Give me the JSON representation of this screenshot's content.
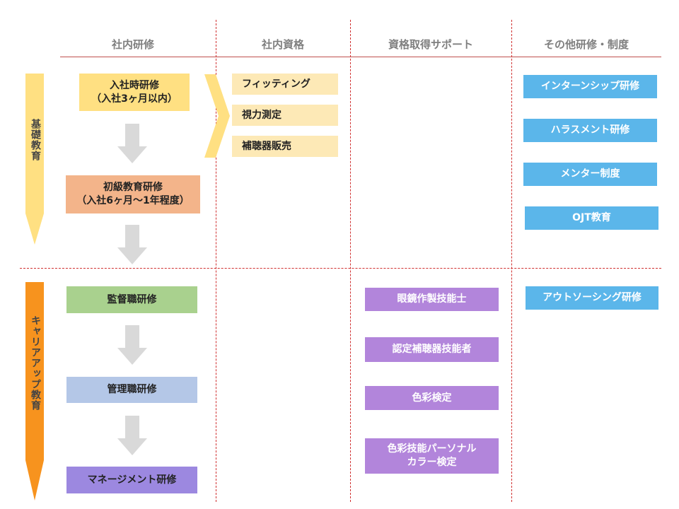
{
  "columns": {
    "internal_training": "社内研修",
    "internal_qualification": "社内資格",
    "certification_support": "資格取得サポート",
    "other_training": "その他研修・制度"
  },
  "phases": {
    "basic": "基礎教育",
    "career_up": "キャリアアップ教育"
  },
  "internal_training": {
    "onboarding": "入社時研修\n（入社3ヶ月以内）",
    "beginner": "初級教育研修\n（入社6ヶ月～1年程度）",
    "supervisor": "監督職研修",
    "manager": "管理職研修",
    "management": "マネージメント研修"
  },
  "internal_qualification": [
    "フィッティング",
    "視力測定",
    "補聴器販売"
  ],
  "certification_support": [
    "眼鏡作製技能士",
    "認定補聴器技能者",
    "色彩検定",
    "色彩技能パーソナル\nカラー検定"
  ],
  "other_training": [
    "インターンシップ研修",
    "ハラスメント研修",
    "メンター制度",
    "OJT教育",
    "アウトソーシング研修"
  ],
  "colors": {
    "basic_arrow": "#ffe082",
    "career_arrow": "#f7931e",
    "divider": "#d03030",
    "step_arrow": "#d9d9d9"
  }
}
